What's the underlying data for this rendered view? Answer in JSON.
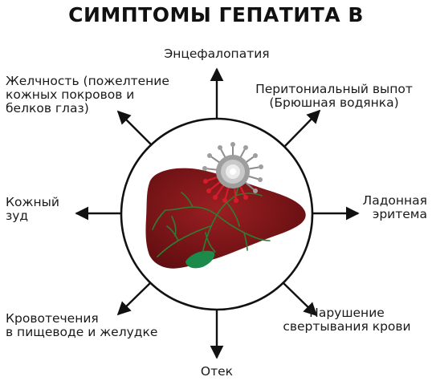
{
  "title": "СИМПТОМЫ ГЕПАТИТА В",
  "symptoms": {
    "top": [
      "Энцефалопатия"
    ],
    "top_left": [
      "Желчность (пожелтение",
      "кожных покровов и",
      "белков глаз)"
    ],
    "top_right": [
      "Перитониальный выпот",
      "(Брюшная водянка)"
    ],
    "left": [
      "Кожный",
      "зуд"
    ],
    "right": [
      "Ладонная",
      "эритема"
    ],
    "bottom_left": [
      "Кровотечения",
      "в пищеводе и желудке"
    ],
    "bottom_right": [
      "Нарушение",
      "свертывания крови"
    ],
    "bottom": [
      "Отек"
    ]
  },
  "colors": {
    "liver": "#7d1416",
    "vessels": "#2e7d32",
    "gallbladder": "#1b8a4a",
    "virus": "#9e9e9e",
    "virus_attack": "#d81b2a",
    "arrows": "#111111"
  }
}
